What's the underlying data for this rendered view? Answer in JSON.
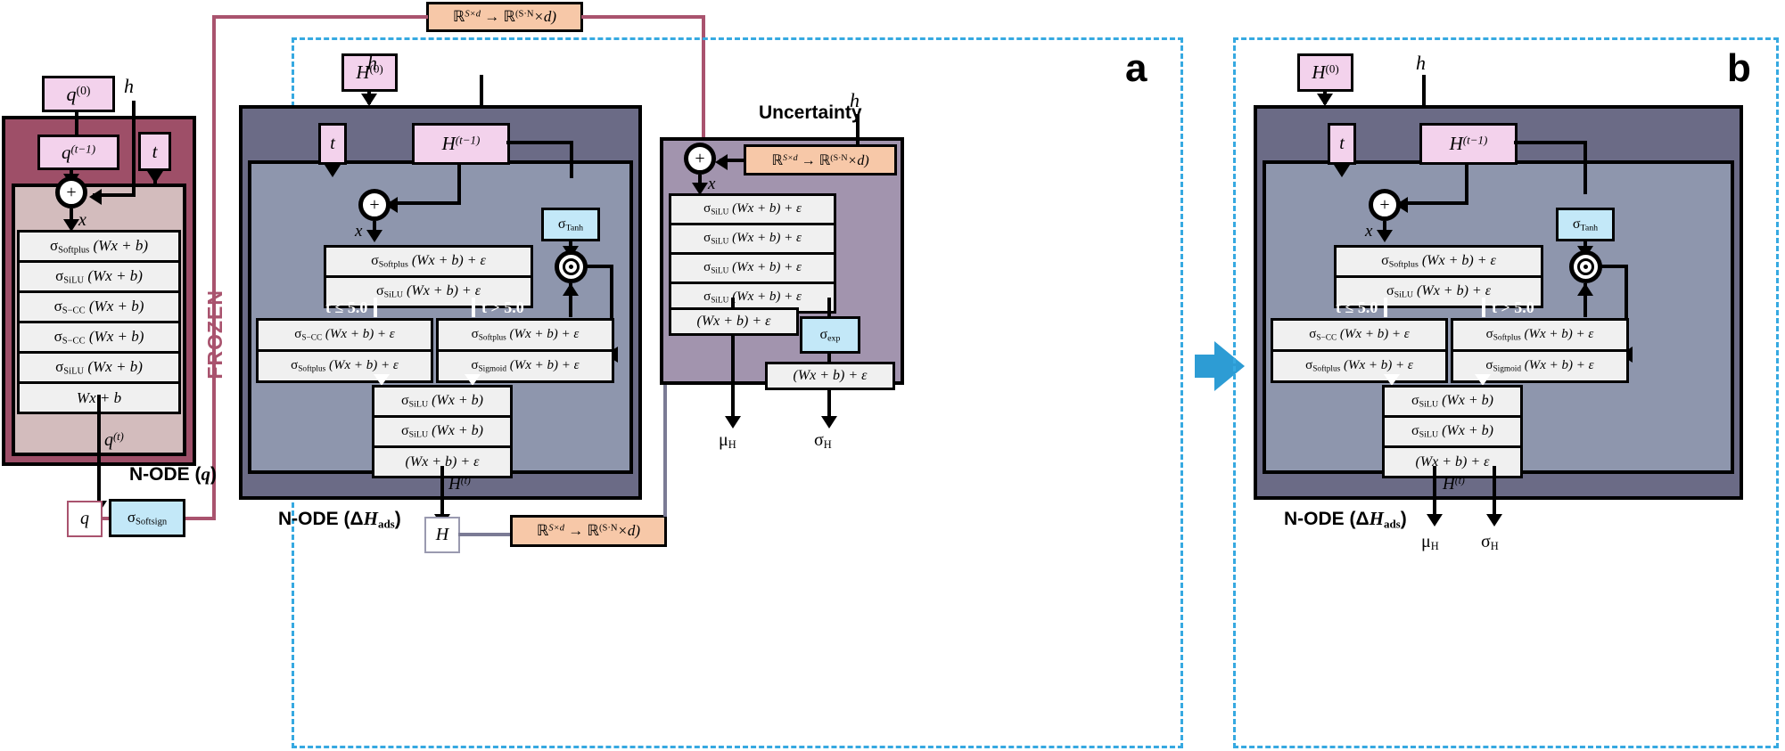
{
  "panels": {
    "a_letter": "a",
    "b_letter": "b"
  },
  "labels": {
    "frozen": "FROZEN",
    "uncertainty": "Uncertainty",
    "node_q": "N-ODE (q)",
    "node_h": "N-ODE (ΔH_ads)",
    "plus": "+",
    "x": "x",
    "h": "h",
    "t": "t",
    "q_small": "q",
    "H_small": "H",
    "q0": "q(0)",
    "qt1": "q(t-1)",
    "qt": "q(t)",
    "H0": "H(0)",
    "Ht1": "H(t-1)",
    "Ht": "H(t)",
    "mu_H": "μ_H",
    "sigma_H": "σ_H",
    "cond_le": "t ≤ 5.0",
    "cond_gt": "t > 5.0",
    "reshape": "R^(S×d) → R^((S·N)×d)",
    "sigma_tanh": "σ_Tanh",
    "sigma_exp": "σ_exp",
    "sigma_softsign": "σ_Softsign"
  },
  "q_node_layers": [
    "σ_Softplus (Wx + b)",
    "σ_SiLU (Wx + b)",
    "σ_S−CC (Wx + b)",
    "σ_S−CC (Wx + b)",
    "σ_SiLU (Wx + b)",
    "Wx + b"
  ],
  "h_node_trunk_layers": [
    "σ_Softplus (Wx + b) + ε",
    "σ_SiLU (Wx + b) + ε"
  ],
  "h_node_branch_left_layers": [
    "σ_S−CC (Wx + b) + ε",
    "σ_Softplus (Wx + b) + ε"
  ],
  "h_node_branch_right_layers": [
    "σ_Softplus (Wx + b) + ε",
    "σ_Sigmoid (Wx + b) + ε"
  ],
  "h_node_out_layers": [
    "σ_SiLU (Wx + b)",
    "σ_SiLU (Wx + b)",
    "(Wx + b) + ε"
  ],
  "uncertainty_layers": [
    "σ_SiLU (Wx + b) + ε",
    "σ_SiLU (Wx + b) + ε",
    "σ_SiLU (Wx + b) + ε",
    "σ_SiLU (Wx + b) + ε"
  ],
  "uncertainty_mu_layer": "(Wx + b) + ε",
  "uncertainty_sigma_layer": "(Wx + b) + ε",
  "colors": {
    "dash_border": "#36a9e1",
    "dark_panel": "#6b6b86",
    "mid_panel": "#8e96ad",
    "uncertainty_panel": "#a294ae",
    "frozen_outer": "#9e4f68",
    "frozen_inner": "#d3bcbd",
    "pink_box": "#f3d2ec",
    "blue_box": "#c3e8f8",
    "orange_box": "#f7c8a8",
    "pink_line": "#a9536e",
    "gray_line": "#7b7b95",
    "big_arrow": "#2d9cd4"
  }
}
